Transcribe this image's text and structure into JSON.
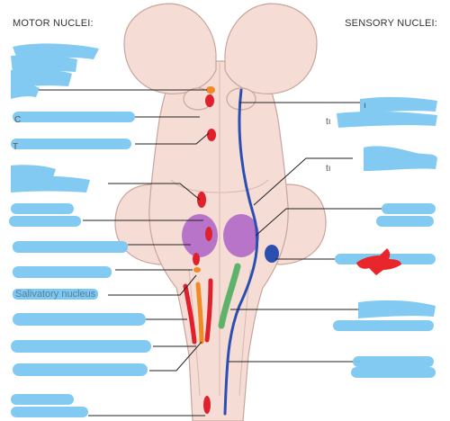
{
  "headings": {
    "motor": "MOTOR NUCLEI:",
    "sensory": "SENSORY NUCLEI:"
  },
  "visible_label_fragments": {
    "salivatory": "Salivatory nucleus"
  },
  "colors": {
    "brainstem_fill": "#f5dcd5",
    "brainstem_stroke": "#c9a59b",
    "motor_nucleus": "#e0202c",
    "motor_nucleus_orange": "#f08a24",
    "sensory_blue": "#2a4fb0",
    "sensory_green": "#5db36a",
    "sensory_purple": "#b26ac7",
    "redaction_blue": "#7cc8f2",
    "redaction_red": "#e8262c",
    "leader_line": "#222222"
  }
}
